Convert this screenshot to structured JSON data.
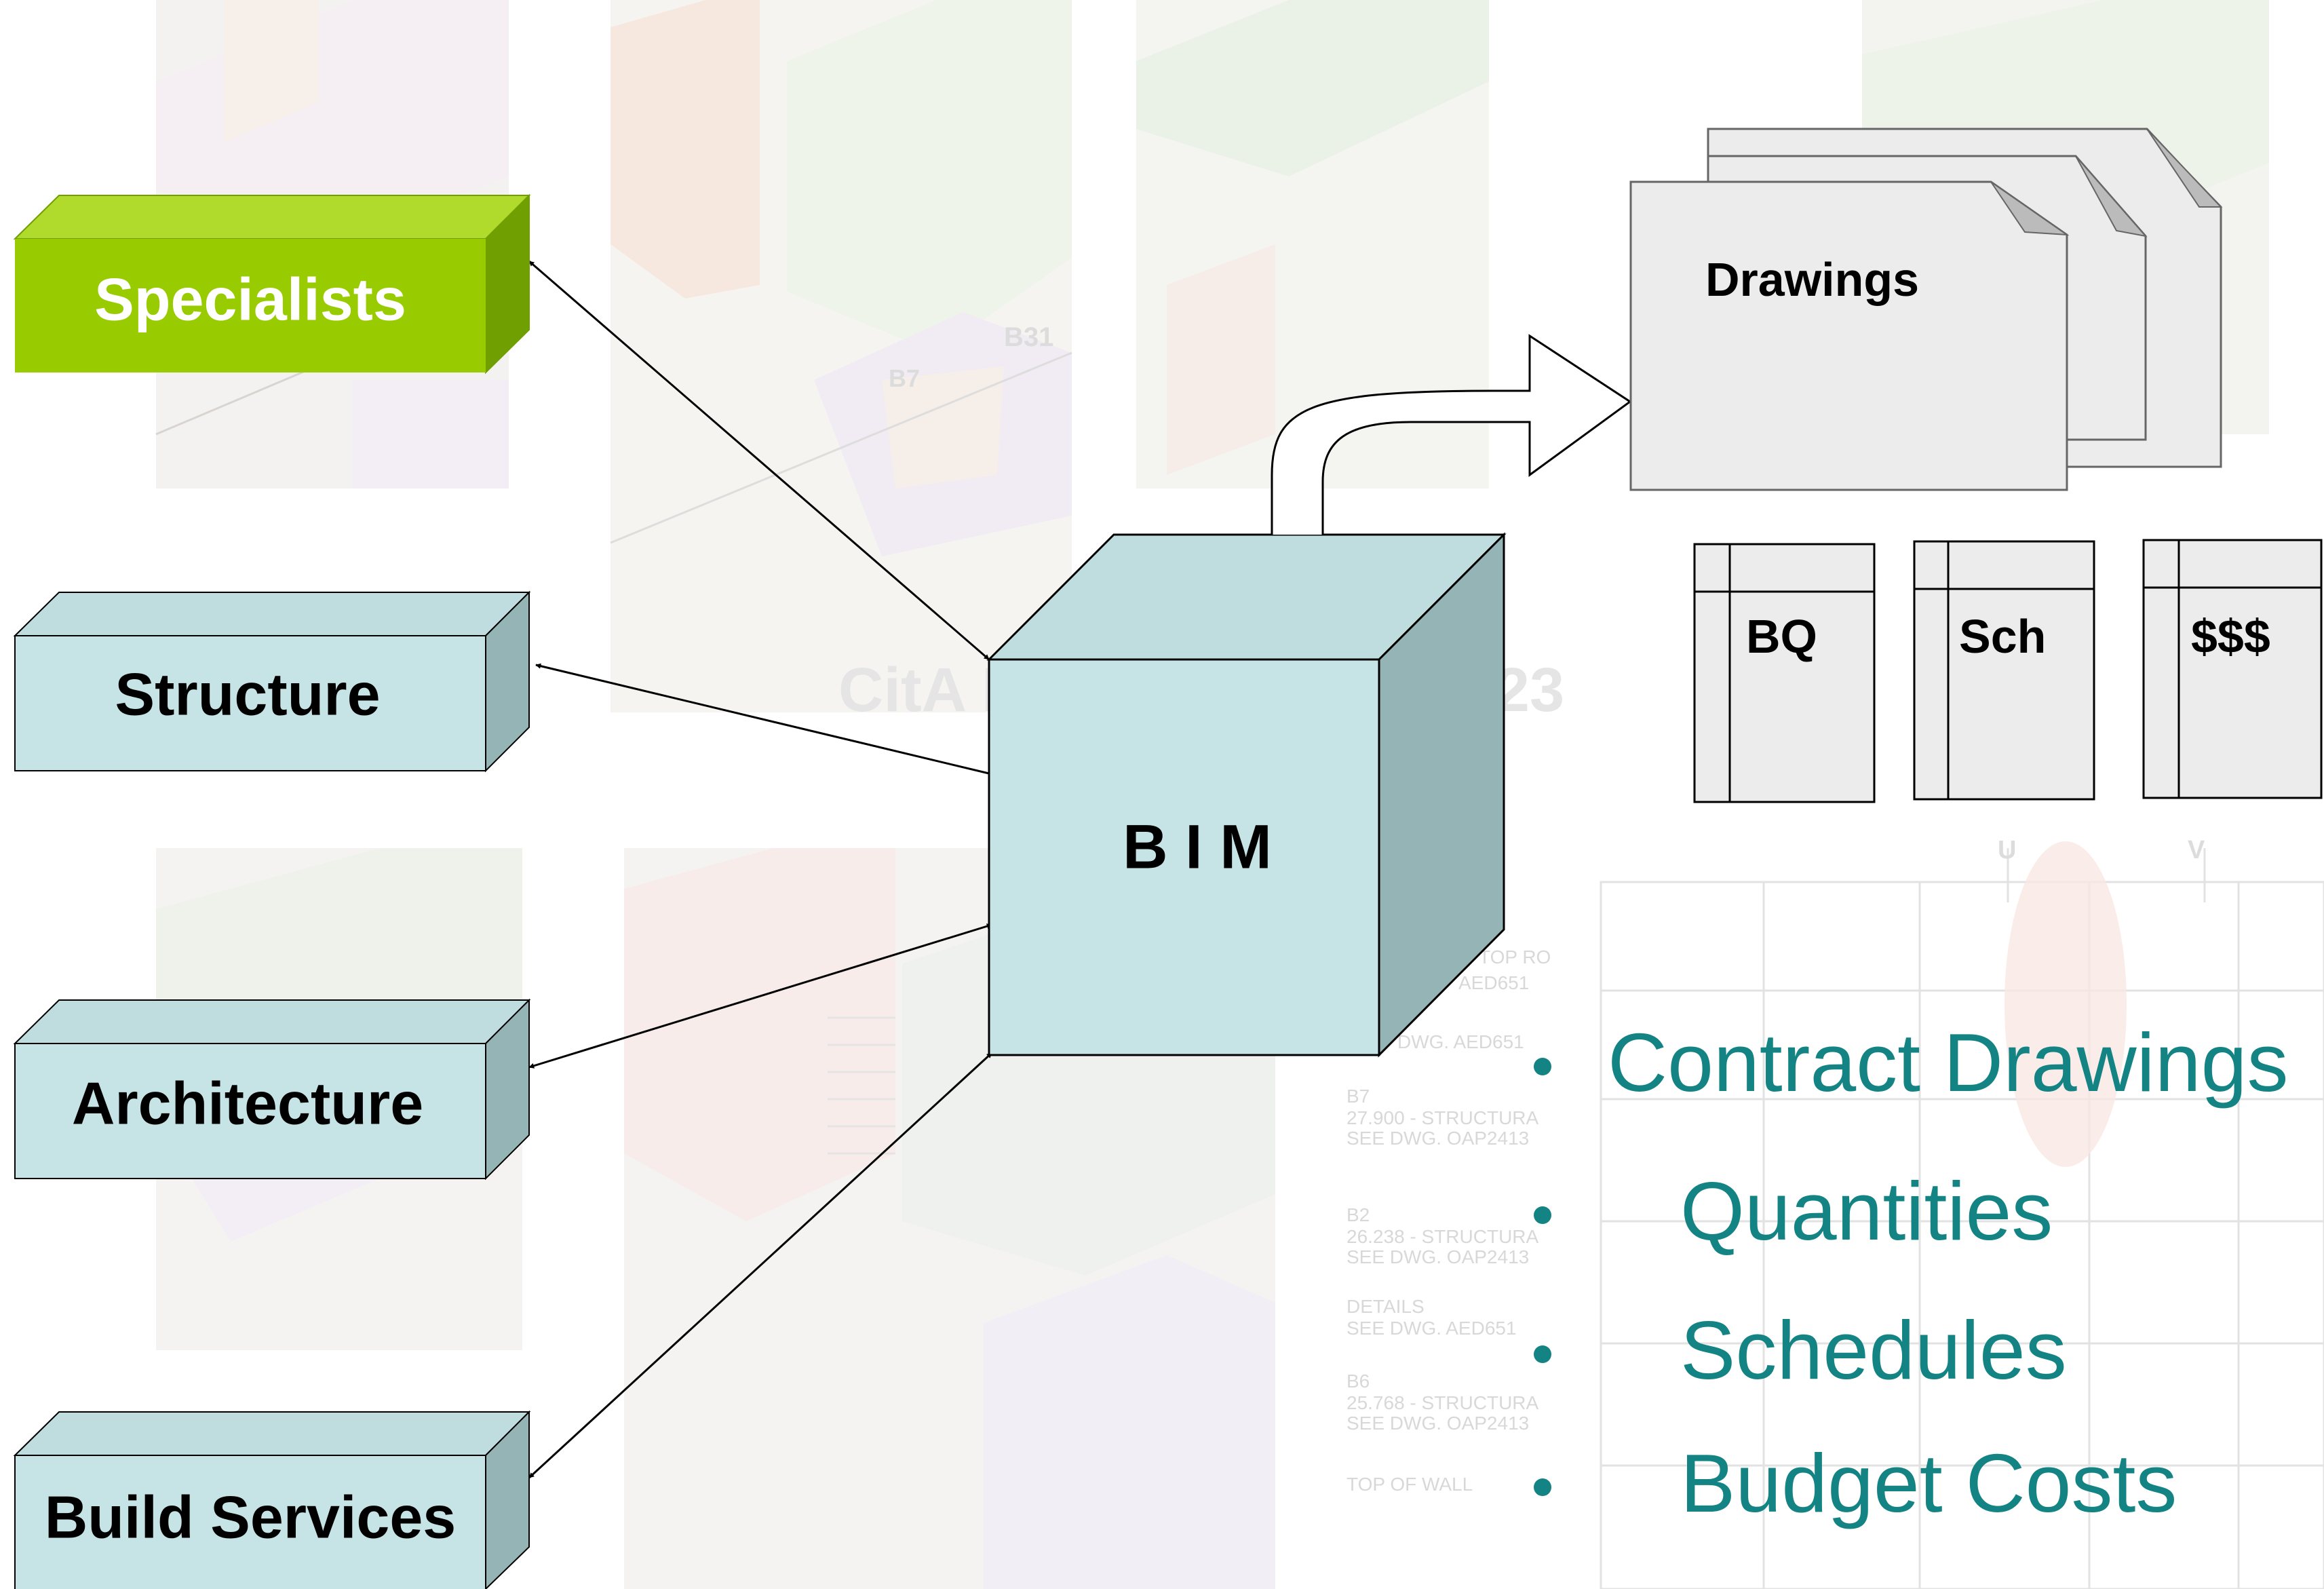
{
  "watermark": "CitA BIM Gathering 2023",
  "colors": {
    "box_face": "#c6e3e5",
    "box_side": "#95b4b5",
    "box_top": "#bfdcdf",
    "specialists_face": "#99cc00",
    "specialists_side": "#6f9f00",
    "specialists_top": "#b0db2c",
    "bullet_text": "#148383",
    "sheet_fill": "#ececec"
  },
  "stakeholders": [
    {
      "id": "specialists",
      "label": "Specialists"
    },
    {
      "id": "structure",
      "label": "Structure"
    },
    {
      "id": "architecture",
      "label": "Architecture"
    },
    {
      "id": "build-services",
      "label": "Build Services"
    }
  ],
  "center": {
    "label": "B I M"
  },
  "outputs": {
    "drawings_label": "Drawings",
    "documents": [
      "BQ",
      "Sch",
      "$$$"
    ]
  },
  "deliverables": [
    "Contract Drawings",
    "Quantities",
    "Schedules",
    "Budget Costs"
  ],
  "background_labels": {
    "b31": "B31",
    "b7": "B7",
    "notes": [
      "TOP RO",
      "AED651",
      "DWG. AED651",
      "B7",
      "27.900 - STRUCTURA",
      "SEE DWG. OAP2413",
      "B2",
      "26.238 - STRUCTURA",
      "SEE DWG. OAP2413",
      "DETAILS",
      "SEE DWG. AED651",
      "B6",
      "25.768 - STRUCTURA",
      "SEE DWG. OAP2413",
      "TOP OF WALL"
    ],
    "grid_u": "U",
    "grid_v": "V"
  }
}
